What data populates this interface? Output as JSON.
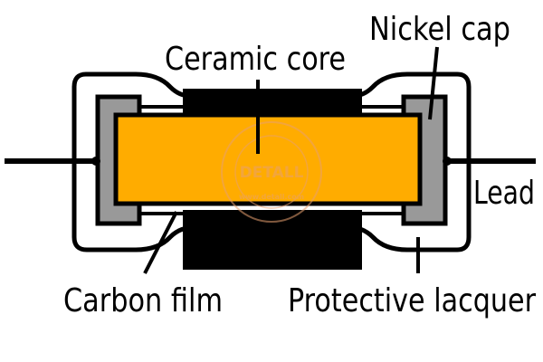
{
  "labels": {
    "ceramic_core": "Ceramic core",
    "nickel_cap": "Nickel cap",
    "lead": "Lead",
    "carbon_film": "Carbon film",
    "protective_lacquer": "Protective lacquer"
  },
  "watermark": {
    "brand": "DETALL",
    "url": "www.detall.com"
  },
  "colors": {
    "ceramic_core": "#ffac00",
    "nickel_cap": "#999999",
    "carbon_film": "#000000",
    "lacquer_outline": "#000000",
    "background": "#ffffff",
    "watermark": "#e8a070"
  }
}
